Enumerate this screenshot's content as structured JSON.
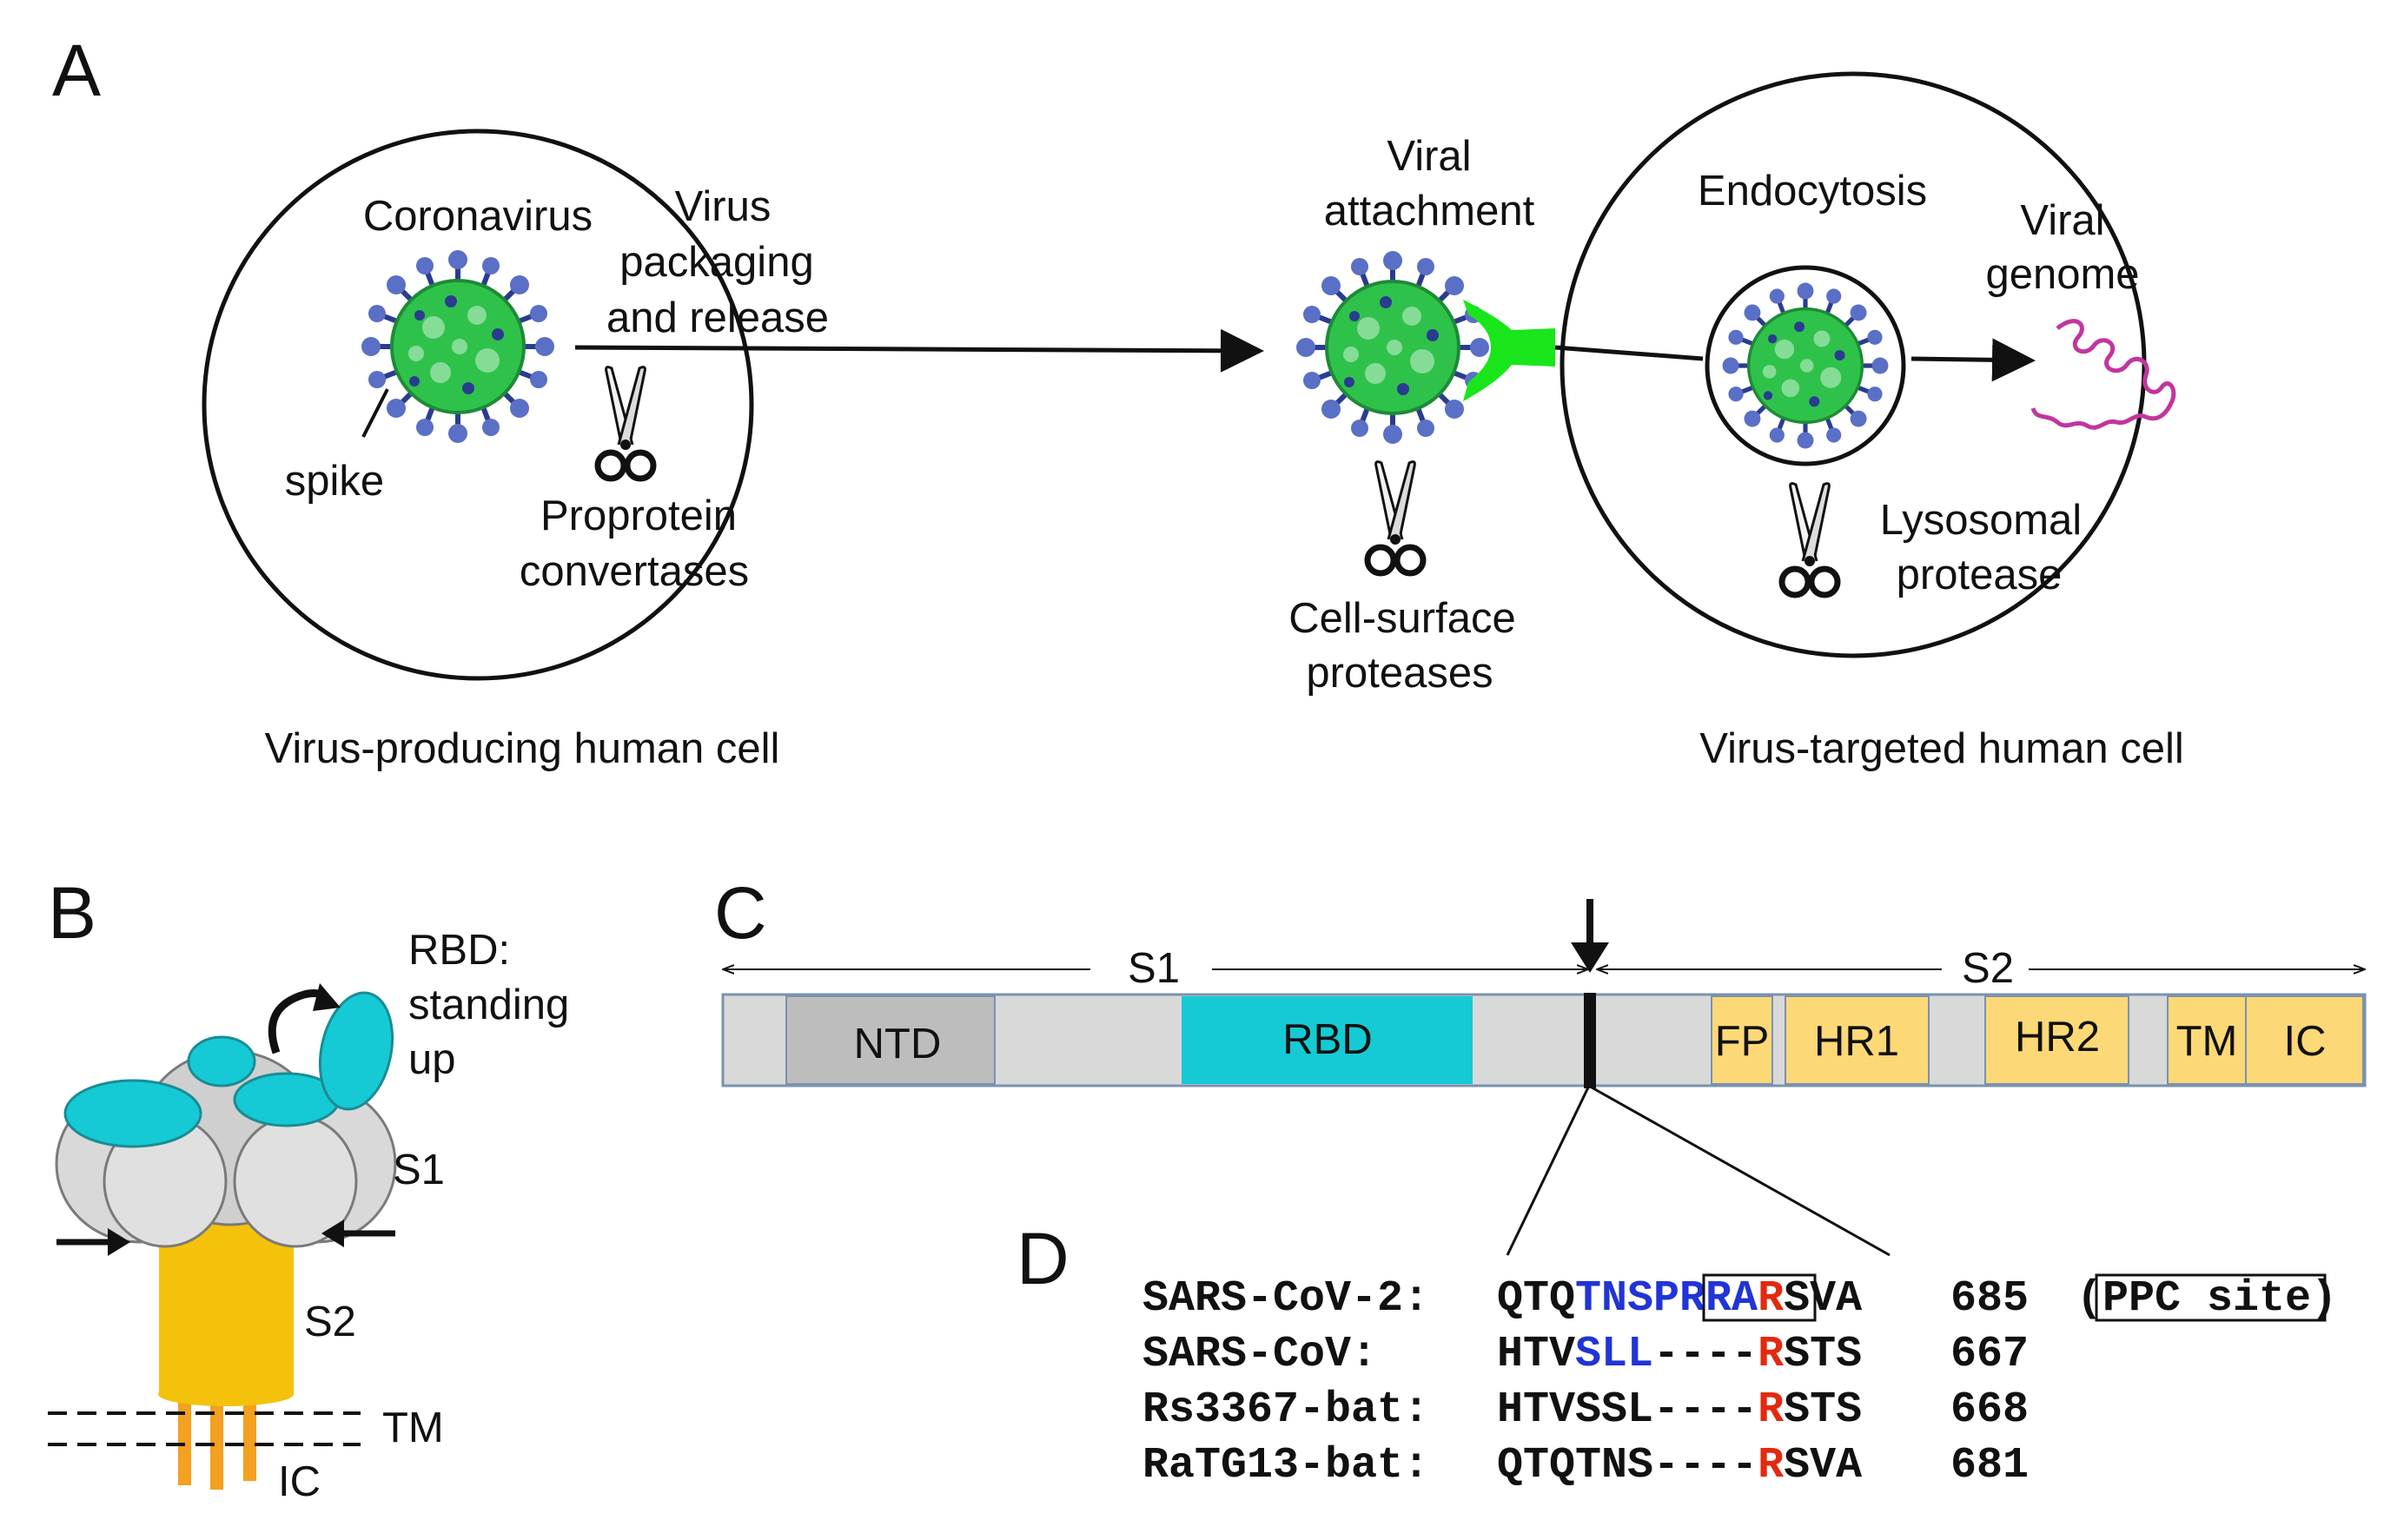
{
  "panels": {
    "a": "A",
    "b": "B",
    "c": "C",
    "d": "D"
  },
  "panel_a": {
    "coronavirus": "Coronavirus",
    "spike": "spike",
    "virus_packaging": [
      "Virus",
      "packaging",
      "and release"
    ],
    "proprotein": [
      "Proprotein",
      "convertases"
    ],
    "producing_cell": "Virus-producing human cell",
    "viral_attachment": [
      "Viral",
      "attachment"
    ],
    "cell_surface": [
      "Cell-surface",
      "proteases"
    ],
    "endocytosis": "Endocytosis",
    "viral_genome": [
      "Viral",
      "genome"
    ],
    "lysosomal": [
      "Lysosomal",
      "protease"
    ],
    "targeted_cell": "Virus-targeted human cell"
  },
  "panel_b": {
    "rbd": [
      "RBD:",
      "standing",
      "up"
    ],
    "s1": "S1",
    "s2": "S2",
    "tm": "TM",
    "ic": "IC"
  },
  "panel_c": {
    "s1": "S1",
    "s2": "S2",
    "domains": [
      "NTD",
      "RBD",
      "FP",
      "HR1",
      "HR2",
      "TM",
      "IC"
    ]
  },
  "panel_d": {
    "rows": [
      {
        "name": "SARS-CoV-2:",
        "pre": "QTQ",
        "blue": "TNSP",
        "boxed": "RRA",
        "gap": "",
        "r": "R",
        "post": "SVA",
        "num": "685"
      },
      {
        "name": "SARS-CoV:",
        "pre": "HTV",
        "blue": "SLL",
        "boxed": "",
        "gap": "----",
        "r": "R",
        "post": "STS",
        "num": "667"
      },
      {
        "name": "Rs3367-bat:",
        "pre": "HTVSSL",
        "blue": "",
        "boxed": "",
        "gap": "----",
        "r": "R",
        "post": "STS",
        "num": "668"
      },
      {
        "name": "RaTG13-bat:",
        "pre": "QTQTNS",
        "blue": "",
        "boxed": "",
        "gap": "----",
        "r": "R",
        "post": "SVA",
        "num": "681"
      }
    ],
    "ppc_open": "(",
    "ppc": "PPC site",
    "ppc_close": ")"
  },
  "colors": {
    "spike_green": "#2fc24a",
    "spike_blue": "#2a3c8f",
    "receptor_green": "#19e61a",
    "genome_magenta": "#c2359d",
    "rbd_cyan": "#15cad4",
    "s1_grey": "#d9d9d9",
    "s2_yellow": "#f4c20a",
    "domain_yellow": "#fcd877",
    "seq_blue": "#2134d6",
    "seq_red": "#e3290f"
  }
}
